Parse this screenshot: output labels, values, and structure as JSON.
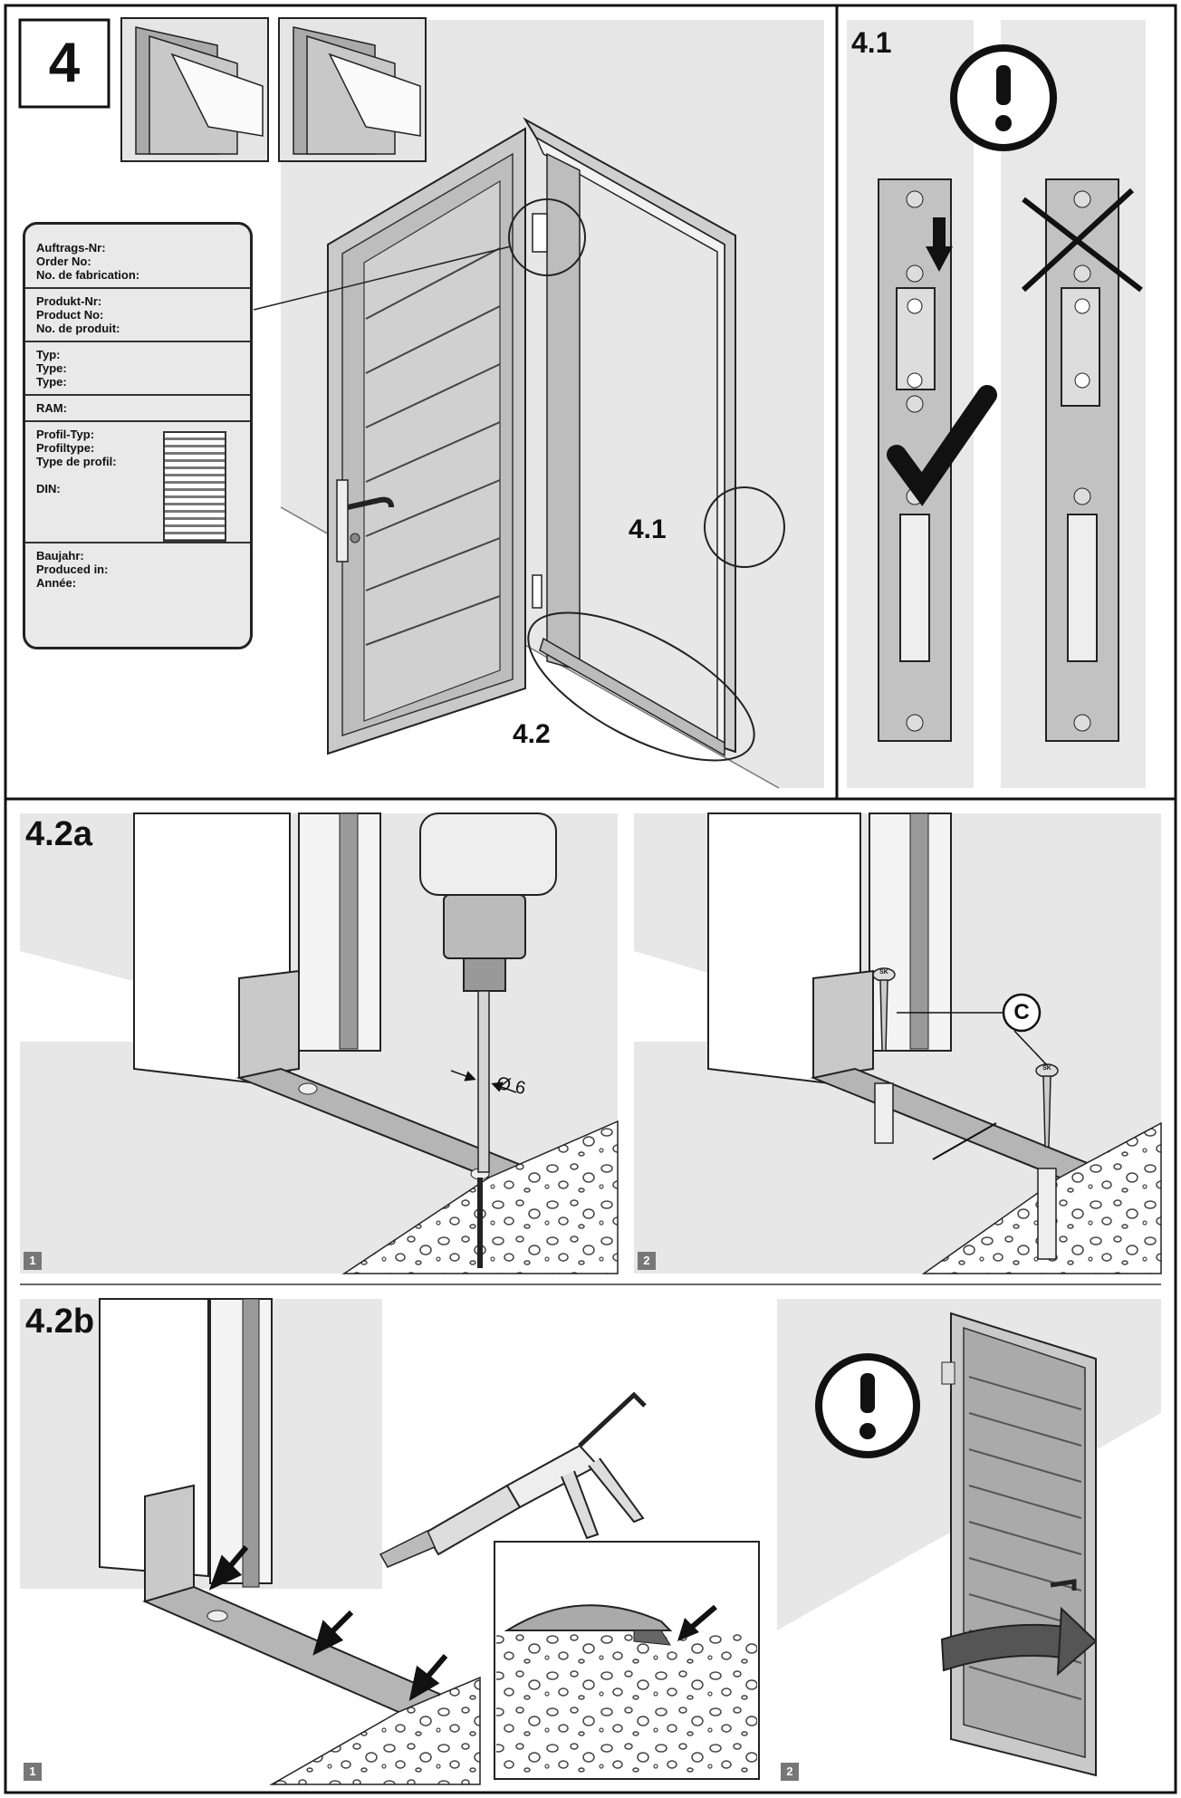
{
  "main_step": "4",
  "steps": {
    "s41": "4.1",
    "s42": "4.2",
    "s42a": "4.2a",
    "s42b": "4.2b"
  },
  "callouts": {
    "c41": "4.1",
    "c42": "4.2"
  },
  "plate": {
    "group1": [
      "Auftrags-Nr:",
      "Order No:",
      "No. de fabrication:"
    ],
    "group2": [
      "Produkt-Nr:",
      "Product No:",
      "No. de produit:"
    ],
    "group3": [
      "Typ:",
      "Type:",
      "Type:"
    ],
    "group4": [
      "RAM:"
    ],
    "group5": [
      "Profil-Typ:",
      "Profiltype:",
      "Type de profil:",
      "",
      "DIN:"
    ],
    "group6": [
      "Baujahr:",
      "Produced in:",
      "Année:"
    ]
  },
  "drill_diameter": "Ø 6",
  "screw_label": "C",
  "screw_head_mark": "SK",
  "sub_numbers": [
    "1",
    "2",
    "1",
    "2"
  ],
  "icons": [
    "warning-icon",
    "checkmark-icon",
    "cross-icon",
    "arrow-down-icon",
    "drill-icon",
    "caulk-gun-icon",
    "arrow-icon",
    "door-swing-arrow-icon"
  ]
}
